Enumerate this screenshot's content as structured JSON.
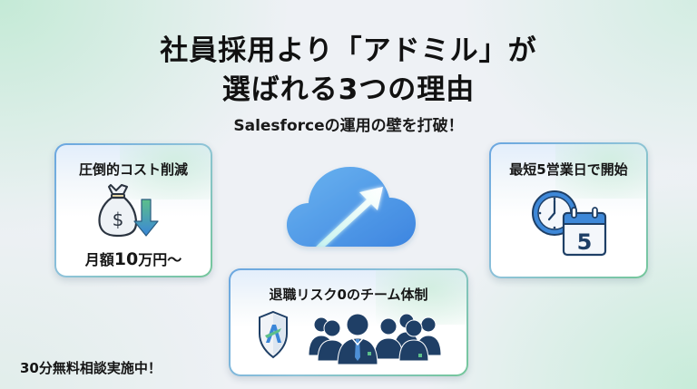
{
  "header": {
    "title_line1": "社員採用より「アドミル」が",
    "title_line2": "選ばれる3つの理由",
    "subtitle": "Salesforceの運用の壁を打破！"
  },
  "center_graphic": {
    "icon": "cloud-upward-arrow-icon",
    "colors": {
      "cloud": "#4a95e8",
      "arrow": "#e8fff4"
    }
  },
  "cards": [
    {
      "id": "cost",
      "title": "圧倒的コスト削減",
      "icon": "money-bag-down-arrow-icon",
      "sub_prefix": "月額",
      "sub_number": "10",
      "sub_suffix": "万円～"
    },
    {
      "id": "start",
      "title": "最短5営業日で開始",
      "icon": "clock-calendar-icon",
      "calendar_day": "5"
    },
    {
      "id": "team",
      "title": "退職リスク0のチーム体制",
      "icons": [
        "shield-logo-icon",
        "team-people-icon"
      ]
    }
  ],
  "footer": {
    "note": "30分無料相談実施中！"
  },
  "colors": {
    "navy": "#1e3f66",
    "accent_blue": "#3a86d8",
    "accent_green": "#5cbf8a",
    "background": "#eef1f5"
  }
}
